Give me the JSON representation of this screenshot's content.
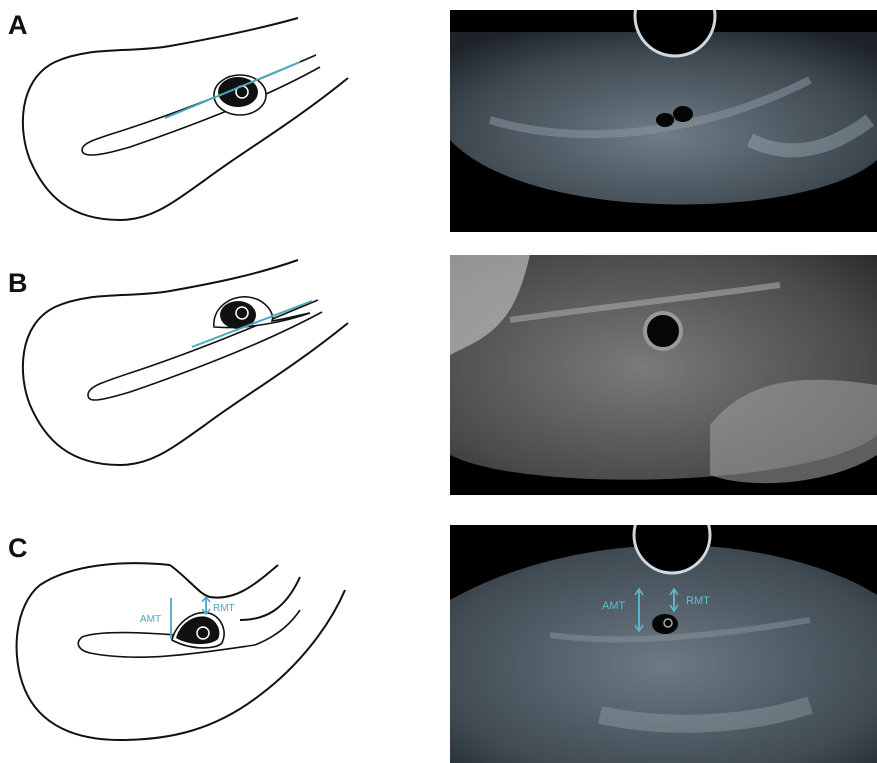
{
  "figure": {
    "panels": [
      {
        "letter": "A"
      },
      {
        "letter": "B"
      },
      {
        "letter": "C",
        "labels": {
          "amt": "AMT",
          "rmt": "RMT"
        }
      }
    ]
  },
  "colors": {
    "line": "#111111",
    "measure": "#4aa8c0",
    "ultrasound_bg": "#000000"
  }
}
